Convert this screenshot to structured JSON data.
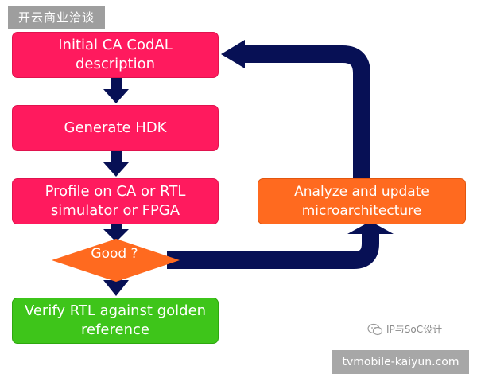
{
  "watermarks": {
    "top_left": "开云商业洽谈",
    "bottom_right": "tvmobile-kaiyun.com",
    "brand": "IP与SoC设计"
  },
  "flow": {
    "step1": "Initial CA CodAL description",
    "step2": "Generate HDK",
    "step3": "Profile on CA or RTL simulator or FPGA",
    "decision": "Good ?",
    "step4": "Verify RTL against golden reference",
    "side_step": "Analyze and update microarchitecture"
  },
  "colors": {
    "process": "#ff1a5e",
    "update": "#ff6a1f",
    "verify": "#3ec51a",
    "arrow": "#071055",
    "decision": "#ff6a1f"
  }
}
